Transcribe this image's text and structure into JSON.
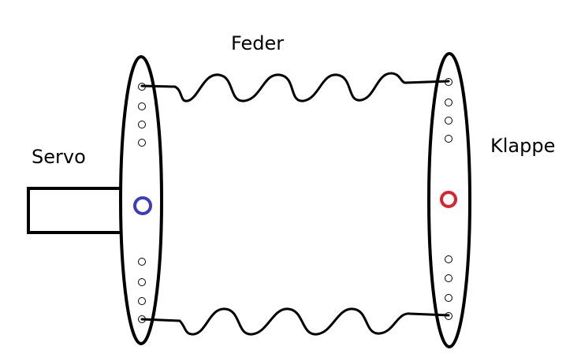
{
  "labels": {
    "spring": "Feder",
    "servo": "Servo",
    "flap": "Klappe"
  },
  "colors": {
    "stroke": "#000000",
    "servo_pivot": "#3b3bc4",
    "flap_pivot": "#e0202a"
  },
  "arm_holes": {
    "servo_upper": 4,
    "servo_lower": 4,
    "flap_upper": 4,
    "flap_lower": 4
  }
}
